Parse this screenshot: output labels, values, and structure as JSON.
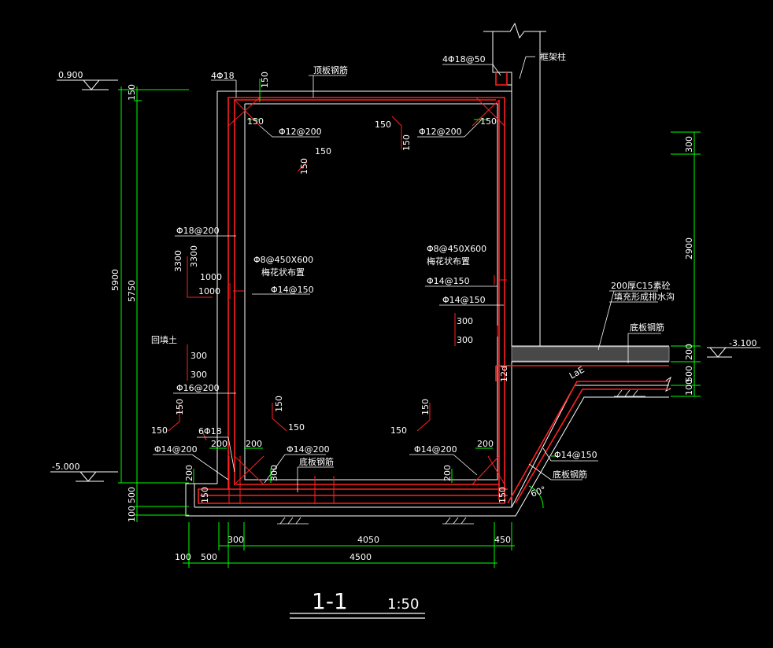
{
  "drawing": {
    "title": "1-1",
    "scale": "1:50",
    "colors": {
      "background": "#000000",
      "outline": "#ffffff",
      "rebar": "#ff2020",
      "dimension": "#00ff00",
      "text": "#ffffff"
    }
  },
  "elevations": {
    "top": "0.900",
    "ground": "-3.100",
    "bottom": "-5.000"
  },
  "left_dims": {
    "d150": "150",
    "d5750": "5750",
    "d5900": "5900",
    "d500": "500",
    "d100": "100"
  },
  "right_dims": {
    "d300": "300",
    "d2900": "2900",
    "d200": "200",
    "d500": "500",
    "d100": "100"
  },
  "bottom_dims": {
    "d300": "300",
    "d4050": "4050",
    "d450": "450",
    "d100": "100",
    "d500": "500",
    "d4500": "4500"
  },
  "labels": {
    "top_bar_left": "4Φ18",
    "top_150": "150",
    "roof_rebar": "顶板钢筋",
    "top_bar_right": "4Φ18@50",
    "frame_column": "框架柱",
    "corner_150_l": "150",
    "corner_150_r": "150",
    "phi12_l": "Φ12@200",
    "phi12_r": "Φ12@200",
    "hook_a1": "150",
    "hook_a2": "150",
    "hook_b1": "150",
    "hook_b2": "150",
    "phi18_200": "Φ18@200",
    "lap_3300_a": "3300",
    "lap_3300_b": "3300",
    "lap_1000_a": "1000",
    "lap_1000_b": "1000",
    "tie_l": "Φ8@450X600",
    "tie_l_note": "梅花状布置",
    "phi14_150_l": "Φ14@150",
    "tie_r": "Φ8@450X600",
    "tie_r_note": "梅花状布置",
    "phi14_150_r1": "Φ14@150",
    "phi14_150_r2": "Φ14@150",
    "lap_300_r1": "300",
    "lap_300_r2": "300",
    "gravel_note1": "200厚C15素砼",
    "gravel_note2": "填充形成排水沟",
    "floor_rebar_r": "底板钢筋",
    "backfill": "回填土",
    "lap_300_l1": "300",
    "lap_300_l2": "300",
    "phi16_200": "Φ16@200",
    "l12d": "12d",
    "laE": "LaE",
    "hook_c1": "150",
    "hook_c2": "150",
    "hook_d1": "150",
    "hook_d2": "150",
    "hook_e1": "150",
    "hook_e2": "150",
    "bars_6phi18": "6Φ18",
    "phi14_200_a": "Φ14@200",
    "phi14_200_b": "Φ14@200",
    "phi14_200_c": "Φ14@200",
    "haunch_200_a": "200",
    "haunch_200_b": "200",
    "haunch_200_c": "200",
    "haunch_200_d": "200",
    "haunch_200_e": "200",
    "floor_rebar": "底板钢筋",
    "slope_rebar": "底板钢筋",
    "phi14_150_slope": "Φ14@150",
    "angle": "60°",
    "base_150_l": "150",
    "base_150_r": "150",
    "d300_base": "300"
  }
}
